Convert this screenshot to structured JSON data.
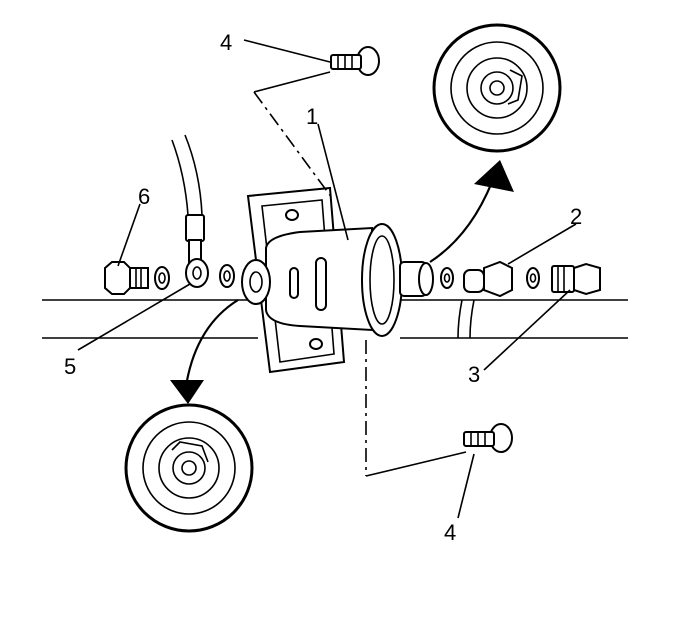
{
  "callouts": {
    "c1": "1",
    "c2": "2",
    "c3": "3",
    "c4_top": "4",
    "c4_bottom": "4",
    "c5": "5",
    "c6": "6"
  },
  "colors": {
    "line": "#000000",
    "background": "#ffffff"
  }
}
